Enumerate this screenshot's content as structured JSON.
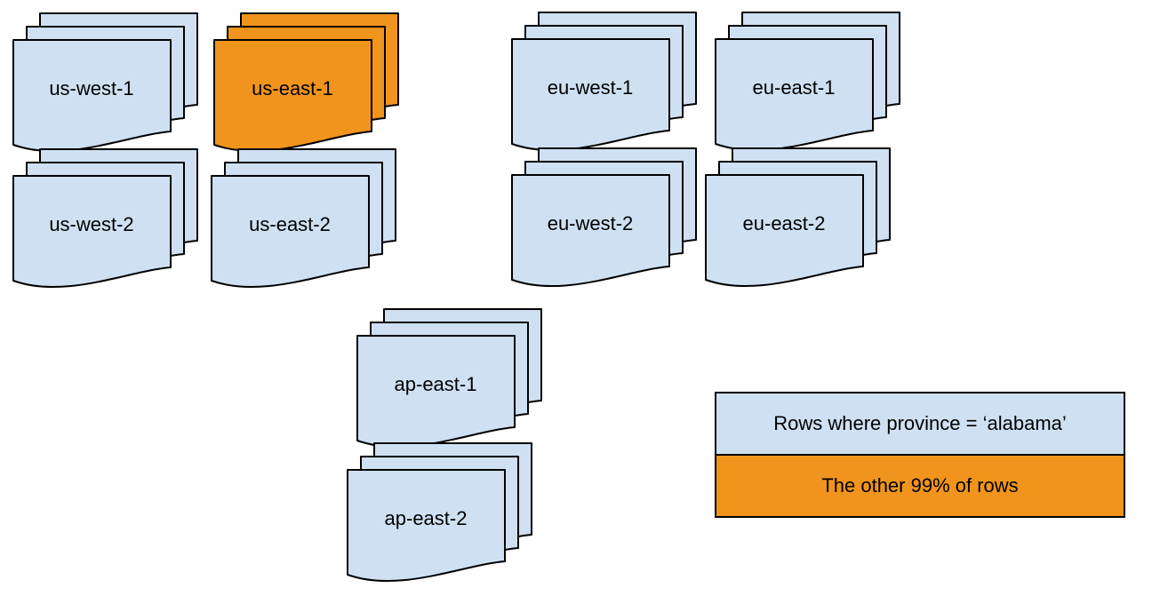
{
  "colors": {
    "region_fill": "#cfe0f2",
    "highlight_fill": "#f1941d",
    "stroke": "#000000",
    "text": "#000000",
    "background": "#ffffff"
  },
  "regions": [
    {
      "label": "us-west-1",
      "highlighted": false
    },
    {
      "label": "us-east-1",
      "highlighted": true
    },
    {
      "label": "eu-west-1",
      "highlighted": false
    },
    {
      "label": "eu-east-1",
      "highlighted": false
    },
    {
      "label": "us-west-2",
      "highlighted": false
    },
    {
      "label": "us-east-2",
      "highlighted": false
    },
    {
      "label": "eu-west-2",
      "highlighted": false
    },
    {
      "label": "eu-east-2",
      "highlighted": false
    },
    {
      "label": "ap-east-1",
      "highlighted": false
    },
    {
      "label": "ap-east-2",
      "highlighted": false
    }
  ],
  "legend": {
    "items": [
      {
        "label": "Rows where province = ‘alabama’",
        "color": "#cfe0f2"
      },
      {
        "label": "The other 99% of rows",
        "color": "#f1941d"
      }
    ]
  }
}
